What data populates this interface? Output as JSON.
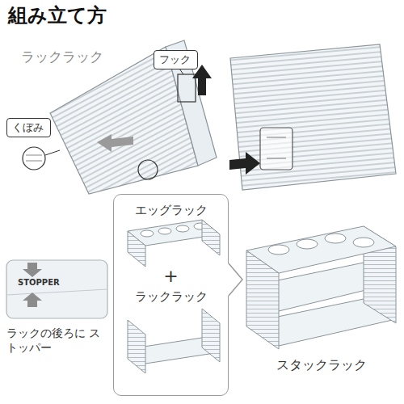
{
  "diagram": {
    "title": "組み立て方",
    "nodes": [
      {
        "text": [
          "フック"
        ]
      },
      {
        "text": [
          "くぼみ"
        ]
      },
      {
        "text": [
          "エッグラック",
          "+",
          "ラックラック"
        ]
      }
    ],
    "labels": [
      "ラックラック",
      "STOPPER",
      "ラックの後ろに ストッパー",
      "スタックラック"
    ]
  }
}
